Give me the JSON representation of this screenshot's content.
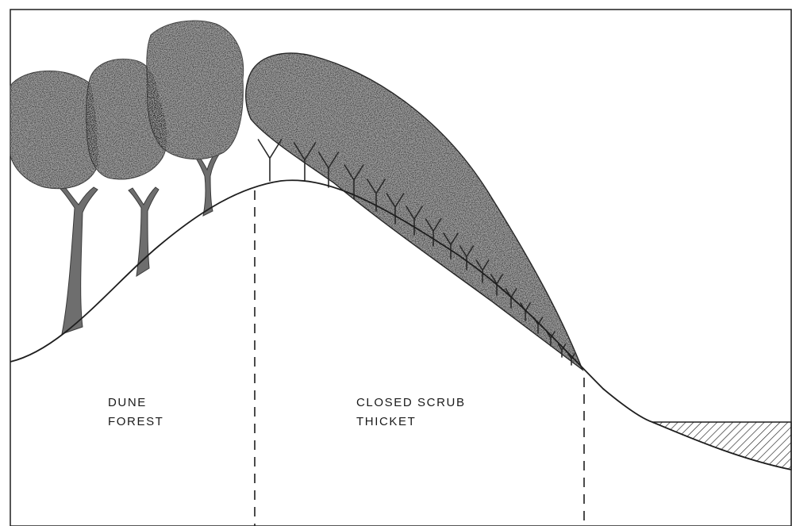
{
  "zones": [
    {
      "line1": "DUNE",
      "line2": "FOREST"
    },
    {
      "line1": "CLOSED SCRUB",
      "line2": "THICKET"
    }
  ],
  "colors": {
    "canopy": "#9c9c9c",
    "canopy_shade": "#5a5a5a",
    "trunk": "#6e6e6e",
    "line": "#1e1e1e",
    "background": "#ffffff"
  }
}
